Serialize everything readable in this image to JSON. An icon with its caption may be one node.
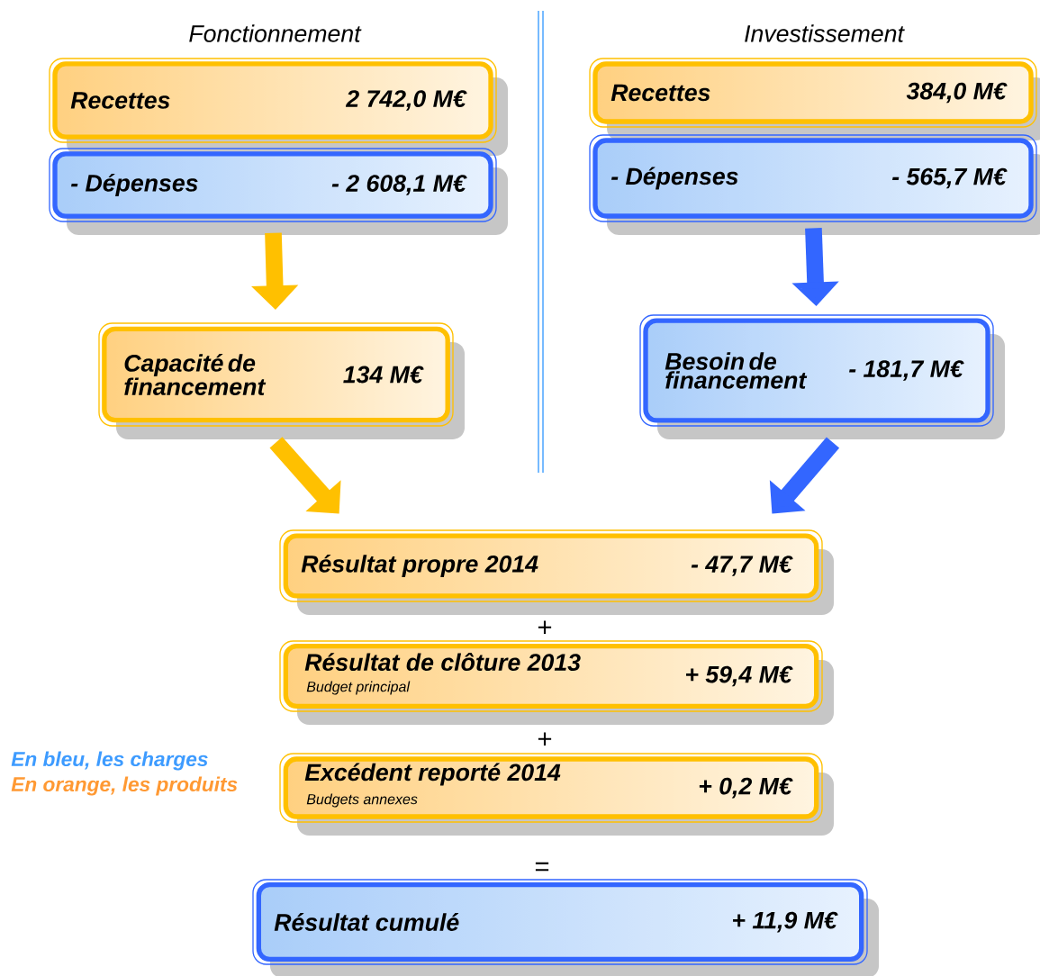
{
  "diagram": {
    "nodes": [
      {
        "text": [
          "Recettes",
          "2 742,0 M€"
        ]
      },
      {
        "text": [
          "- Dépenses",
          "- 2 608,1 M€"
        ]
      },
      {
        "text": [
          "Capacité de financement",
          "134 M€"
        ]
      },
      {
        "text": [
          "Recettes",
          "384,0 M€"
        ]
      },
      {
        "text": [
          "- Dépenses",
          "- 565,7 M€"
        ]
      },
      {
        "text": [
          "Besoin de financement",
          "- 181,7 M€"
        ]
      },
      {
        "text": [
          "Résultat propre 2014",
          "- 47,7 M€"
        ]
      },
      {
        "text": [
          "Résultat de clôture 2013",
          "Budget principal",
          "+ 59,4 M€"
        ]
      },
      {
        "text": [
          "Excédent reporté 2014",
          "Budgets annexes",
          "+ 0,2 M€"
        ]
      },
      {
        "text": [
          "Résultat cumulé",
          "+ 11,9 M€"
        ]
      }
    ],
    "edges": [
      {
        "from": 1,
        "to": 2,
        "arrow": "to",
        "color": "#ffc000"
      },
      {
        "from": 4,
        "to": 5,
        "arrow": "to",
        "color": "#3366ff"
      },
      {
        "from": 2,
        "to": 6,
        "arrow": "to",
        "color": "#ffc000"
      },
      {
        "from": 5,
        "to": 6,
        "arrow": "to",
        "color": "#3366ff"
      }
    ],
    "labels": [
      "Fonctionnement",
      "Investissement",
      "+",
      "+",
      "="
    ],
    "legend": [
      {
        "text": "En bleu, les charges",
        "color": "#3d9bff"
      },
      {
        "text": "En orange, les produits",
        "color": "#ff9933"
      }
    ]
  }
}
